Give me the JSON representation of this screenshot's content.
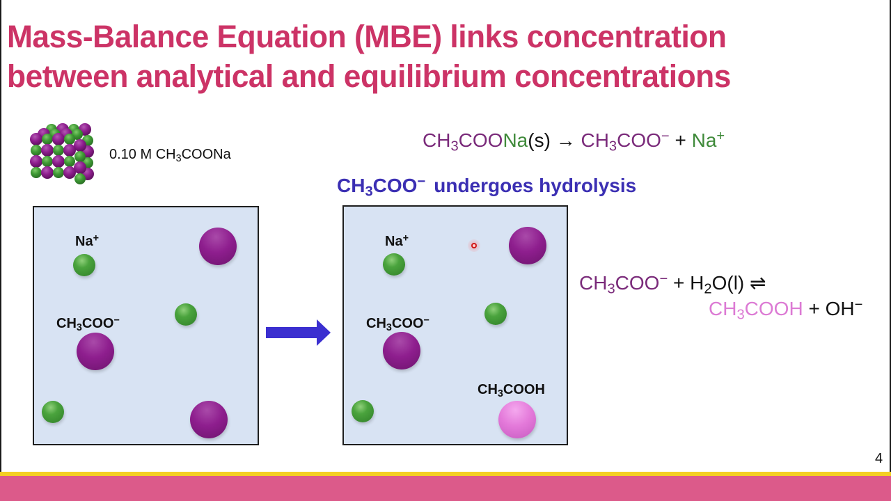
{
  "slide": {
    "title": {
      "line1": "Mass-Balance Equation (MBE) links concentration",
      "line2": "between analytical and equilibrium concentrations"
    },
    "solution_label": {
      "prefix": "0.10 M CH",
      "sub": "3",
      "suffix": "COONa"
    },
    "dissociation_equation": {
      "reactant_main": "CH",
      "reactant_sub": "3",
      "reactant_rest": "COO",
      "reactant_na": "Na",
      "reactant_state": "(s)",
      "arrow": "→",
      "product1_main": "CH",
      "product1_sub": "3",
      "product1_rest": "COO",
      "product1_charge": "−",
      "plus": "+",
      "product2": "Na",
      "product2_charge": "+"
    },
    "subheading": {
      "ion_main": "CH",
      "ion_sub": "3",
      "ion_rest": "COO",
      "ion_charge": "−",
      "text": "undergoes hydrolysis"
    },
    "box_before": {
      "na_label": "Na",
      "na_charge": "+",
      "acetate_label_main": "CH",
      "acetate_label_sub": "3",
      "acetate_label_rest": "COO",
      "acetate_label_charge": "−"
    },
    "box_after": {
      "na_label": "Na",
      "na_charge": "+",
      "acetate_label_main": "CH",
      "acetate_label_sub": "3",
      "acetate_label_rest": "COO",
      "acetate_label_charge": "−",
      "acid_label_main": "CH",
      "acid_label_sub": "3",
      "acid_label_rest": "COOH"
    },
    "hydrolysis_equation": {
      "r1_main": "CH",
      "r1_sub": "3",
      "r1_rest": "COO",
      "r1_charge": "−",
      "plus1": "+",
      "r2_main": "H",
      "r2_sub": "2",
      "r2_rest": "O(l)",
      "equilibrium": "⇌",
      "p1_main": "CH",
      "p1_sub": "3",
      "p1_rest": "COOH",
      "plus2": "+",
      "p2_main": "OH",
      "p2_charge": "−"
    },
    "page_number": "4",
    "colors": {
      "title": "#cc3366",
      "subheading": "#3b2fb3",
      "acetate": "#8e1e8e",
      "sodium": "#3f8a3a",
      "acetic_acid": "#e47ada",
      "box_fill": "#d8e3f3",
      "arrow": "#3b2fd0",
      "footer_yellow": "#f4cf24",
      "footer_pink": "#dc5a8a"
    },
    "icons": {
      "crystal": "nacl-crystal-lattice-icon",
      "arrow": "right-arrow-icon",
      "pointer": "laser-pointer-icon"
    }
  }
}
